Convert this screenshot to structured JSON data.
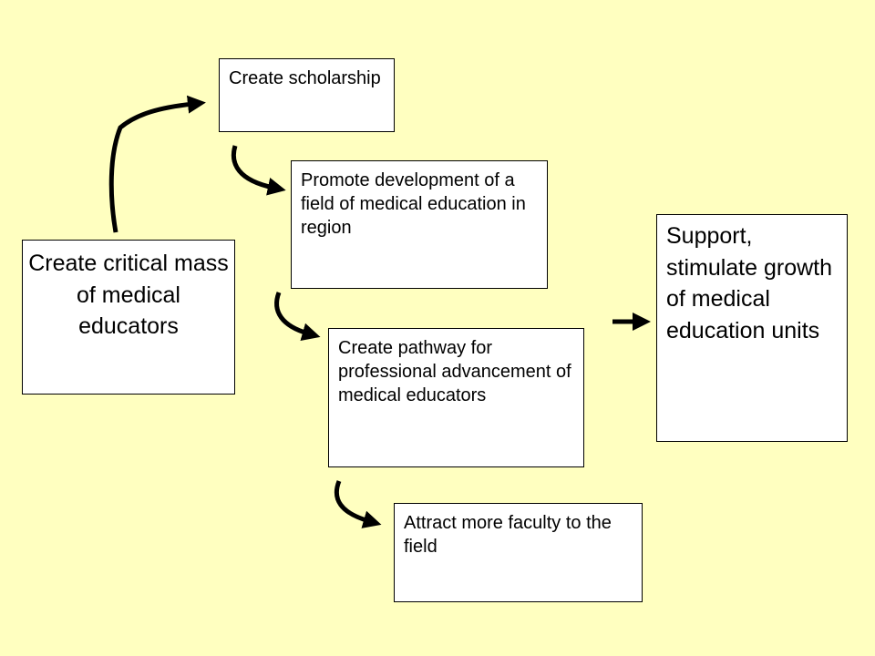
{
  "diagram": {
    "nodes": {
      "critical_mass": "Create critical mass of medical educators",
      "scholarship": "Create scholarship",
      "promote": "Promote development of a field of medical education in region",
      "pathway": "Create pathway for professional advancement of medical educators",
      "attract": "Attract more faculty to the field",
      "support": "Support, stimulate growth of medical education units"
    },
    "edges": [
      {
        "from": "critical_mass",
        "to": "scholarship"
      },
      {
        "from": "scholarship",
        "to": "promote"
      },
      {
        "from": "promote",
        "to": "pathway"
      },
      {
        "from": "pathway",
        "to": "attract"
      },
      {
        "to": "support"
      }
    ]
  },
  "colors": {
    "background": "#ffffc0",
    "box_fill": "#ffffff",
    "arrow": "#000000"
  }
}
